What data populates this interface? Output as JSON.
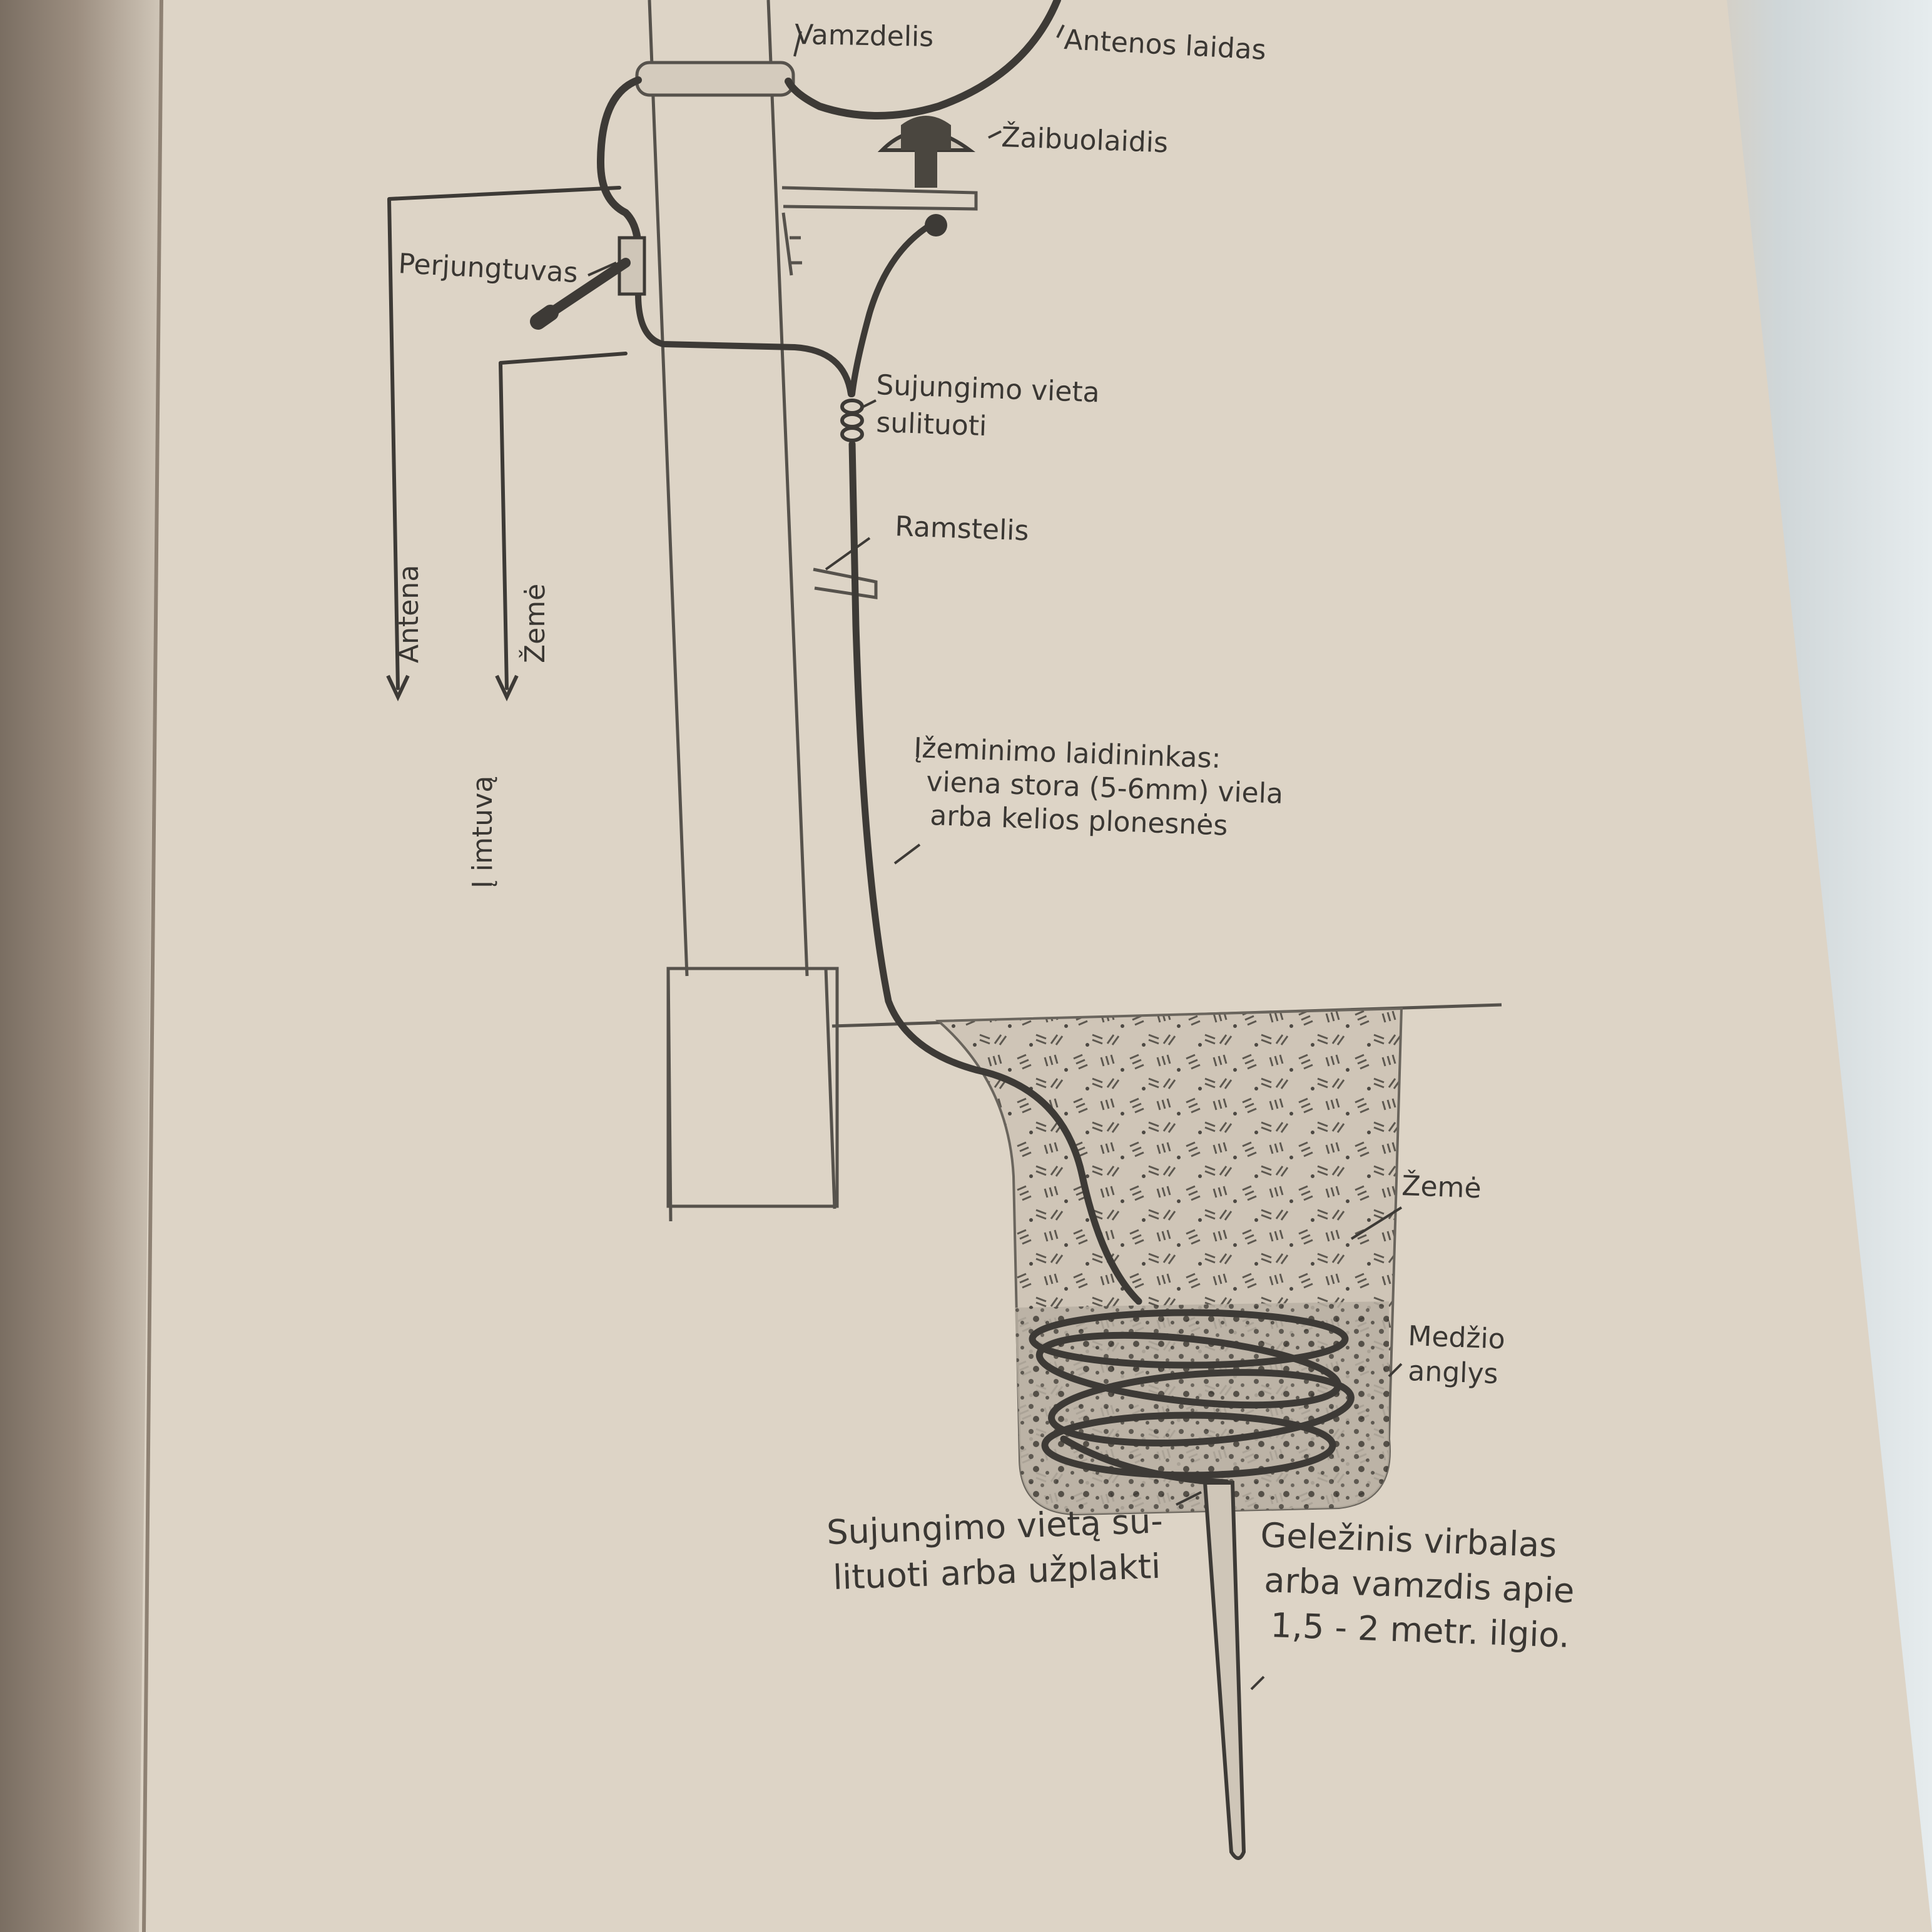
{
  "labels": {
    "vamzdelis": "Vamzdelis",
    "antenos_laidas": "Antenos laidas",
    "zaibuolaidis": "Žaibuolaidis",
    "perjungtuvas": "Perjungtuvas",
    "sujungimo_top_1": "Sujungimo vieta",
    "sujungimo_top_2": "sulituoti",
    "ramstelis": "Ramstelis",
    "antena": "Antena",
    "zeme_arrow": "Žemė",
    "imtuva": "Į imtuvą",
    "laidininkas_1": "Įžeminimo laidininkas:",
    "laidininkas_2": "viena stora (5-6mm) viela",
    "laidininkas_3": "arba kelios plonesnės",
    "zeme_soil": "Žemė",
    "medzio_1": "Medžio",
    "medzio_2": "anglys",
    "sujungimo_bot_1": "Sujungimo vietą su-",
    "sujungimo_bot_2": "lituoti arba užplakti",
    "virbalas_1": "Geležinis virbalas",
    "virbalas_2": "arba vamzdis apie",
    "virbalas_3": "1,5 - 2 metr. ilgio."
  },
  "colors": {
    "paper": "#ddd4c6",
    "ink": "#3a3733",
    "soil": "#cbc1b3"
  }
}
